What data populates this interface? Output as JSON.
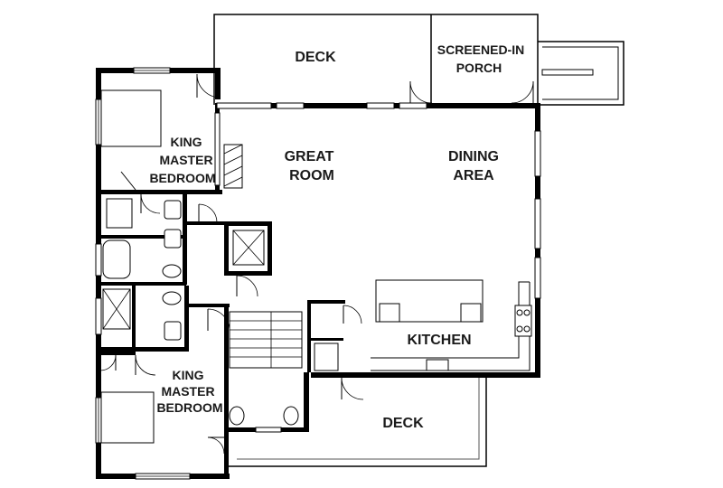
{
  "rooms": {
    "deck_top": "DECK",
    "screened_porch": [
      "SCREENED-IN",
      "PORCH"
    ],
    "master_bedroom_upper": [
      "KING",
      "MASTER",
      "BEDROOM"
    ],
    "great_room": [
      "GREAT",
      "ROOM"
    ],
    "dining_area": [
      "DINING",
      "AREA"
    ],
    "kitchen": "KITCHEN",
    "master_bedroom_lower": [
      "KING",
      "MASTER",
      "BEDROOM"
    ],
    "deck_bottom": "DECK"
  },
  "colors": {
    "wall": "#000000",
    "background": "#ffffff",
    "text": "#1a1a1a"
  }
}
